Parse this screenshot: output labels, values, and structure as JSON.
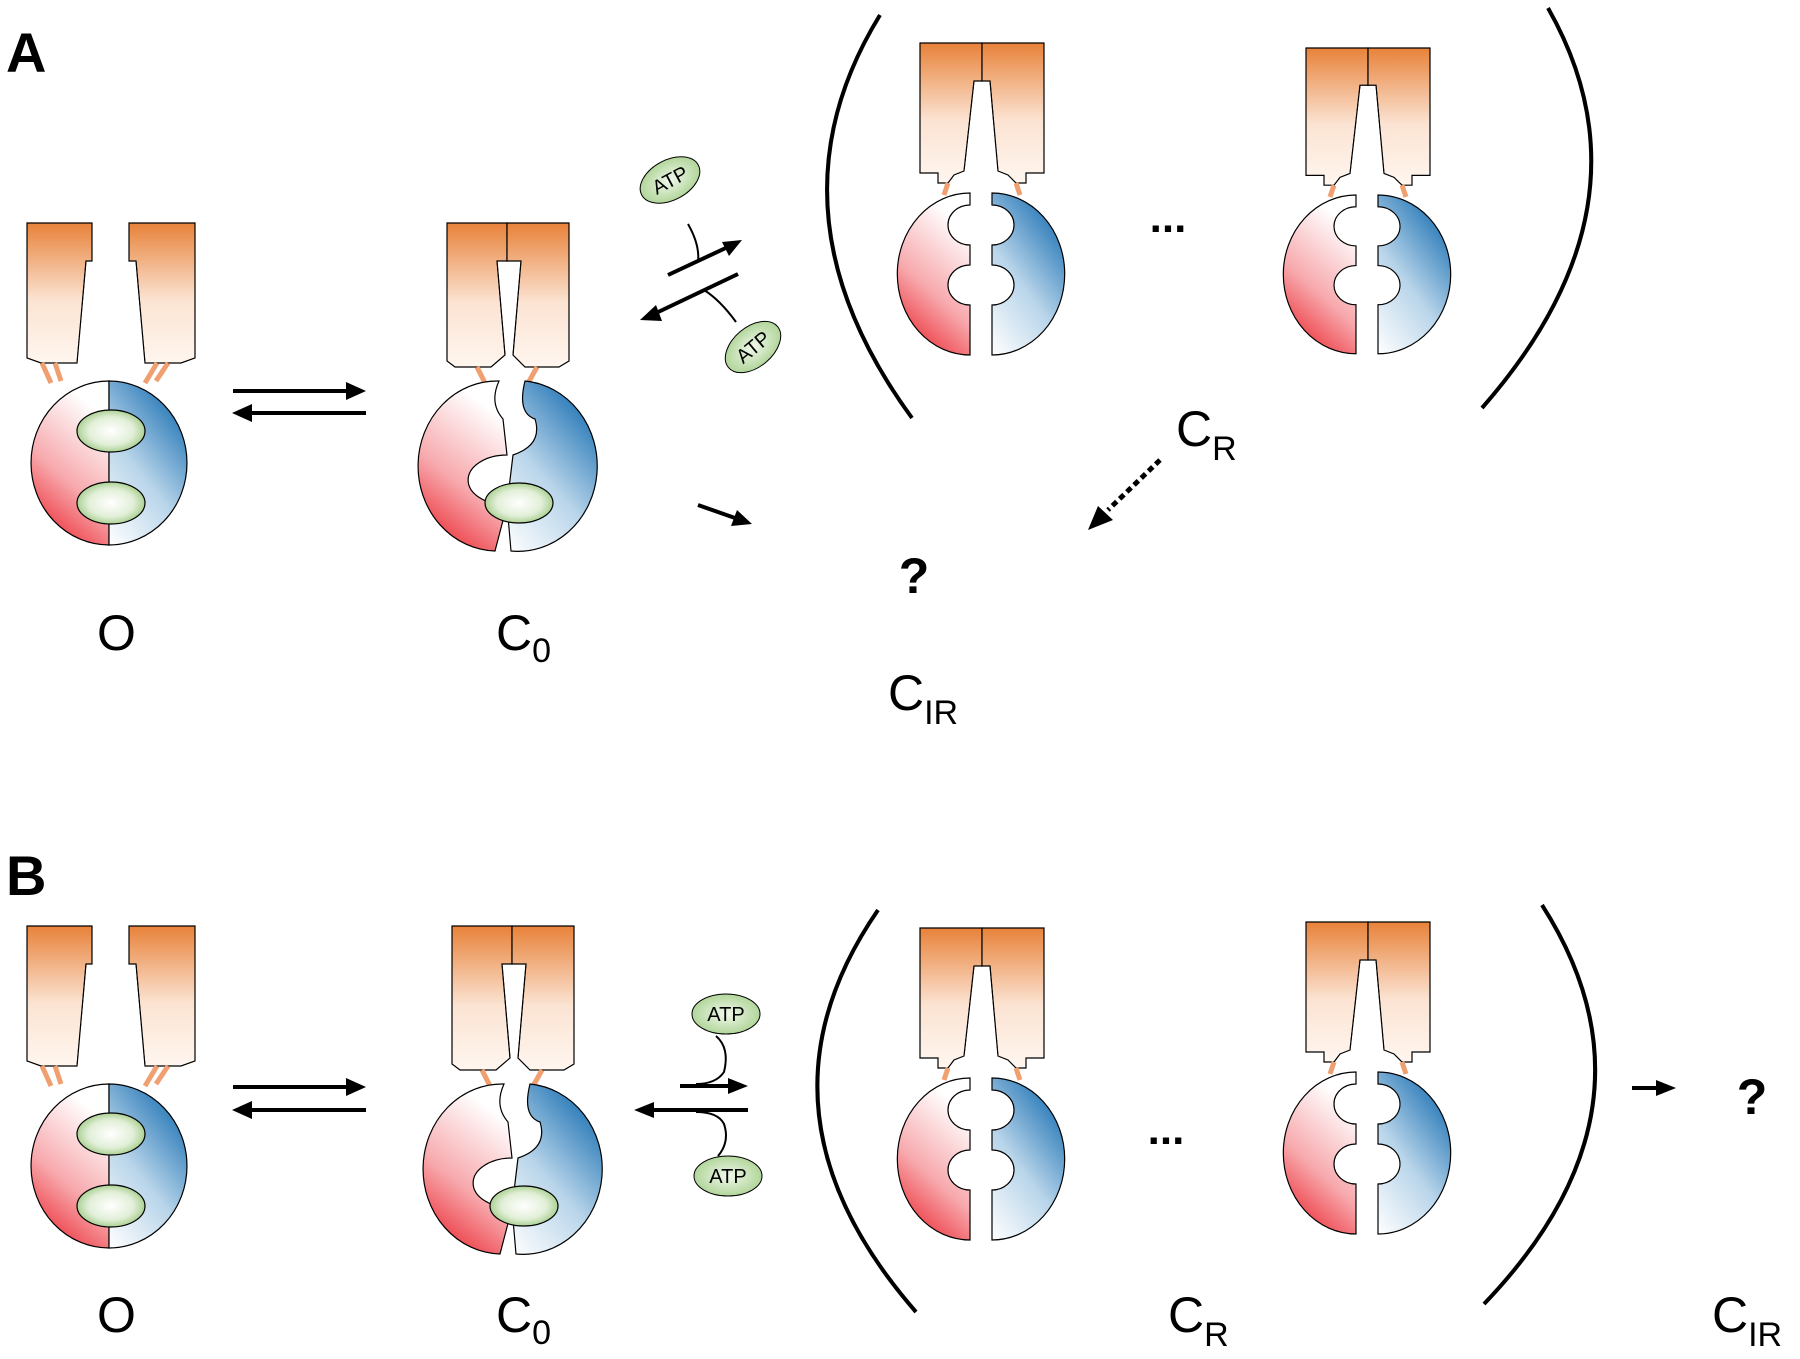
{
  "panels": [
    {
      "letter": "A",
      "states": {
        "open": "O",
        "closed0_main": "C",
        "closed0_sub": "0",
        "reversible_main": "C",
        "reversible_sub": "R",
        "irreversible_main": "C",
        "irreversible_sub": "IR"
      },
      "ligand_top": "ATP",
      "ligand_bottom": "ATP",
      "ellipsis": "...",
      "unknown": "?"
    },
    {
      "letter": "B",
      "states": {
        "open": "O",
        "closed0_main": "C",
        "closed0_sub": "0",
        "reversible_main": "C",
        "reversible_sub": "R",
        "irreversible_main": "C",
        "irreversible_sub": "IR"
      },
      "ligand_top": "ATP",
      "ligand_bottom": "ATP",
      "ellipsis": "...",
      "unknown": "?"
    }
  ],
  "colors": {
    "cytoplasmic_domain": "#e8823a",
    "nbd_left": "#e8202a",
    "nbd_right": "#2878b4",
    "ligand": "#a8d08d",
    "linker": "#f0a070"
  },
  "icons": [
    "channel-open-icon",
    "channel-closed-icon",
    "atp-icon",
    "forward-arrow-icon",
    "dashed-arrow-icon",
    "bracket-icon"
  ]
}
